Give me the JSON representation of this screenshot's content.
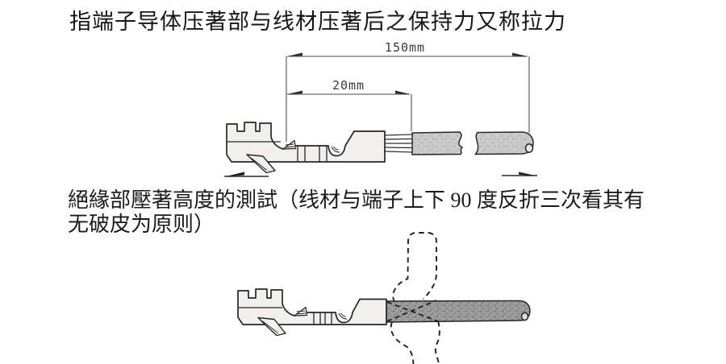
{
  "colors": {
    "background": "#ffffff",
    "ink": "#222222",
    "dimension_line": "#444444",
    "wire_light_fill": "#c9c9c9",
    "wire_dark_fill": "#9e9e9e",
    "terminal_fill": "#f1f0ec"
  },
  "heading": "指端子导体压著部与线材压著后之保持力又称拉力",
  "bend_note": {
    "line1": "絕緣部壓著高度的測試（线材与端子上下 90 度反折三次看其有",
    "line2": "无破皮为原则）"
  },
  "diagram1": {
    "dim_total_label": "150mm",
    "dim_strip_label": "20mm"
  }
}
